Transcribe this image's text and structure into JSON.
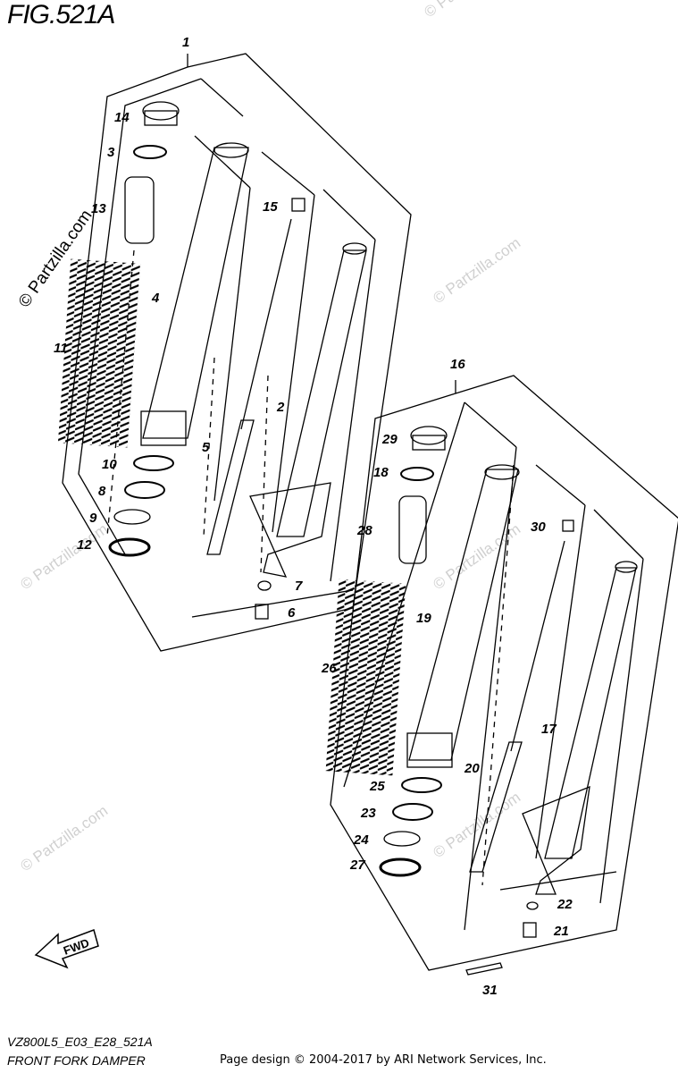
{
  "title": "FIG.521A",
  "footer": {
    "model_code": "VZ800L5_E03_E28_521A",
    "section_name": "FRONT FORK DAMPER",
    "credit": "Page design © 2004-2017 by ARI Network Services, Inc."
  },
  "watermark": "© Partzilla.com",
  "fwd_label": "FWD",
  "callouts": {
    "c1": "1",
    "c2": "2",
    "c3": "3",
    "c4": "4",
    "c5": "5",
    "c6": "6",
    "c7": "7",
    "c8": "8",
    "c9": "9",
    "c10": "10",
    "c11": "11",
    "c12": "12",
    "c13": "13",
    "c14": "14",
    "c15": "15",
    "c16": "16",
    "c17": "17",
    "c18": "18",
    "c19": "19",
    "c20": "20",
    "c21": "21",
    "c22": "22",
    "c23": "23",
    "c24": "24",
    "c25": "25",
    "c26": "26",
    "c27": "27",
    "c28": "28",
    "c29": "29",
    "c30": "30",
    "c31": "31"
  }
}
